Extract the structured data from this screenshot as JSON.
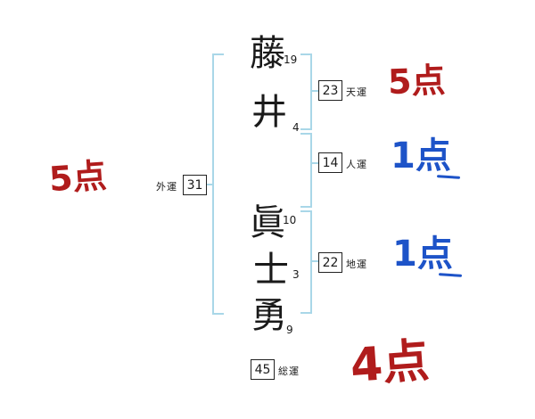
{
  "name_chars": [
    {
      "char": "藤",
      "strokes": "19"
    },
    {
      "char": "井",
      "strokes": "4"
    },
    {
      "char": "眞",
      "strokes": "10"
    },
    {
      "char": "士",
      "strokes": "3"
    },
    {
      "char": "勇",
      "strokes": "9"
    }
  ],
  "fortunes": [
    {
      "id": "gaiun",
      "label": "外運",
      "value": "31",
      "score": "5点",
      "score_color": "red"
    },
    {
      "id": "tenun",
      "label": "天運",
      "value": "23",
      "score": "5点",
      "score_color": "red"
    },
    {
      "id": "jinun",
      "label": "人運",
      "value": "14",
      "score": "1点",
      "score_color": "blue"
    },
    {
      "id": "chiun",
      "label": "地運",
      "value": "22",
      "score": "1点",
      "score_color": "blue"
    },
    {
      "id": "souun",
      "label": "総運",
      "value": "45",
      "score": "4点",
      "score_color": "red"
    }
  ],
  "colors": {
    "score_red": "#b01c1c",
    "score_blue": "#1d53c8",
    "bracket_blue": "#a9d7e8",
    "text_black": "#1a1a1a"
  }
}
